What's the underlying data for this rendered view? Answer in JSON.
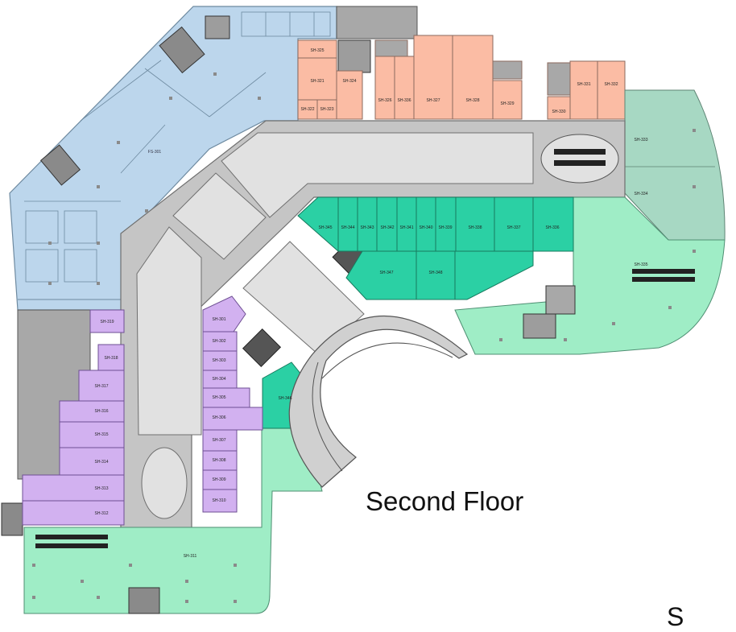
{
  "floor_title": "Second Floor",
  "corner_mark": "S",
  "colors": {
    "hypermarket_blue": "#bcd6ec",
    "retail_peach": "#fbbca4",
    "anchor_mint": "#9fedc6",
    "shop_teal": "#2bd0a4",
    "anchor_grey_green": "#a7d8c3",
    "shop_violet": "#d2b1f0",
    "corridor_grey": "#c5c5c5",
    "atrium_light": "#e1e1e1",
    "service_grey": "#9d9d9d"
  },
  "icons": [
    "escalator-icon",
    "staircase-icon",
    "lift-icon"
  ],
  "units": {
    "fs301": "FS-301",
    "sh325": "SH-325",
    "sh321": "SH-321",
    "sh324": "SH-324",
    "sh322": "SH-322",
    "sh323": "SH-323",
    "sh326": "SH-326",
    "sh336": "SH-336",
    "sh327": "SH-327",
    "sh328": "SH-328",
    "sh329": "SH-329",
    "sh330": "SH-330",
    "sh331": "SH-331",
    "sh332": "SH-332",
    "sh333": "SH-333",
    "sh334": "SH-334",
    "sh335": "SH-335",
    "sh345": "SH-345",
    "sh344": "SH-344",
    "sh343": "SH-343",
    "sh342": "SH-342",
    "sh341": "SH-341",
    "sh340": "SH-340",
    "sh339": "SH-339",
    "sh338": "SH-338",
    "sh337": "SH-337",
    "sh336b": "SH-336",
    "sh347": "SH-347",
    "sh348": "SH-348",
    "sh346": "SH-346",
    "sh301": "SH-301",
    "sh302": "SH-302",
    "sh303": "SH-303",
    "sh304": "SH-304",
    "sh305": "SH-305",
    "sh306": "SH-306",
    "sh307": "SH-307",
    "sh308": "SH-308",
    "sh309": "SH-309",
    "sh310": "SH-310",
    "sh319": "SH-319",
    "sh318": "SH-318",
    "sh317": "SH-317",
    "sh316": "SH-316",
    "sh315": "SH-315",
    "sh314": "SH-314",
    "sh313": "SH-313",
    "sh312": "SH-312",
    "sh311": "SH-311"
  }
}
